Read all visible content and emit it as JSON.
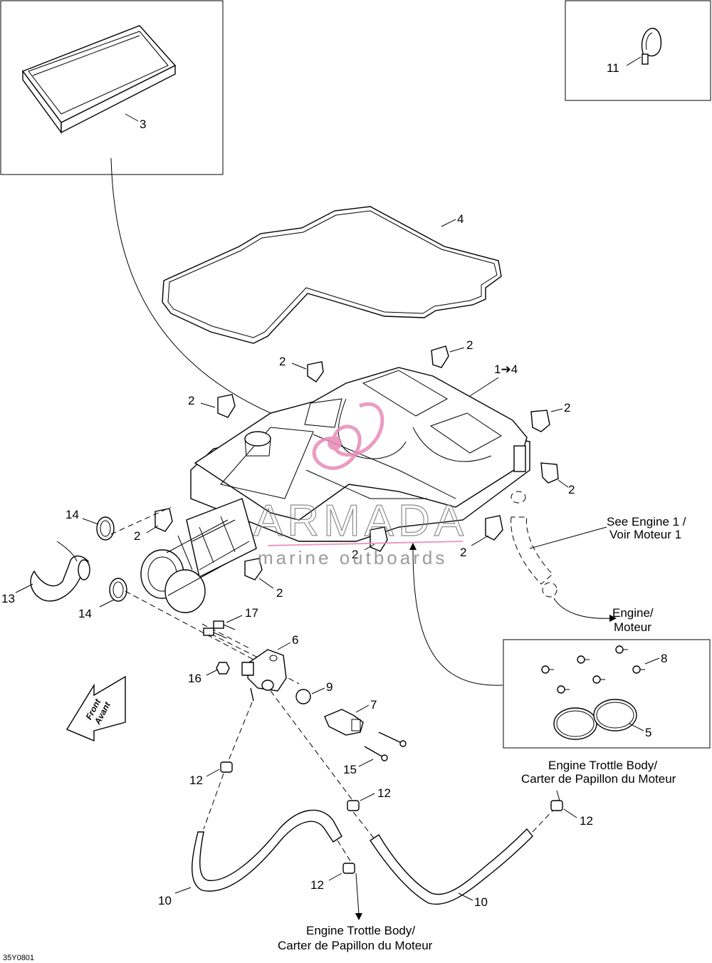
{
  "callouts": {
    "c1": "1➔4",
    "c2": "2",
    "c3": "3",
    "c4": "4",
    "c5": "5",
    "c6": "6",
    "c7": "7",
    "c8": "8",
    "c9": "9",
    "c10": "10",
    "c11": "11",
    "c12": "12",
    "c13": "13",
    "c14": "14",
    "c15": "15",
    "c16": "16",
    "c17": "17"
  },
  "notes": {
    "see_engine_line1": "See Engine 1 /",
    "see_engine_line2": "Voir Moteur 1",
    "engine_line1": "Engine/",
    "engine_line2": "Moteur",
    "throttle_right_line1": "Engine Trottle Body/",
    "throttle_right_line2": "Carter de Papillon du Moteur",
    "throttle_bottom_line1": "Engine Trottle Body/",
    "throttle_bottom_line2": "Carter de Papillon du Moteur",
    "front_line1": "Front",
    "front_line2": "Avant"
  },
  "watermark": {
    "brand": "ARMADA",
    "tagline": "marine outboards",
    "accent_color": "#e88ab8"
  },
  "figure_code": "35Y0801"
}
